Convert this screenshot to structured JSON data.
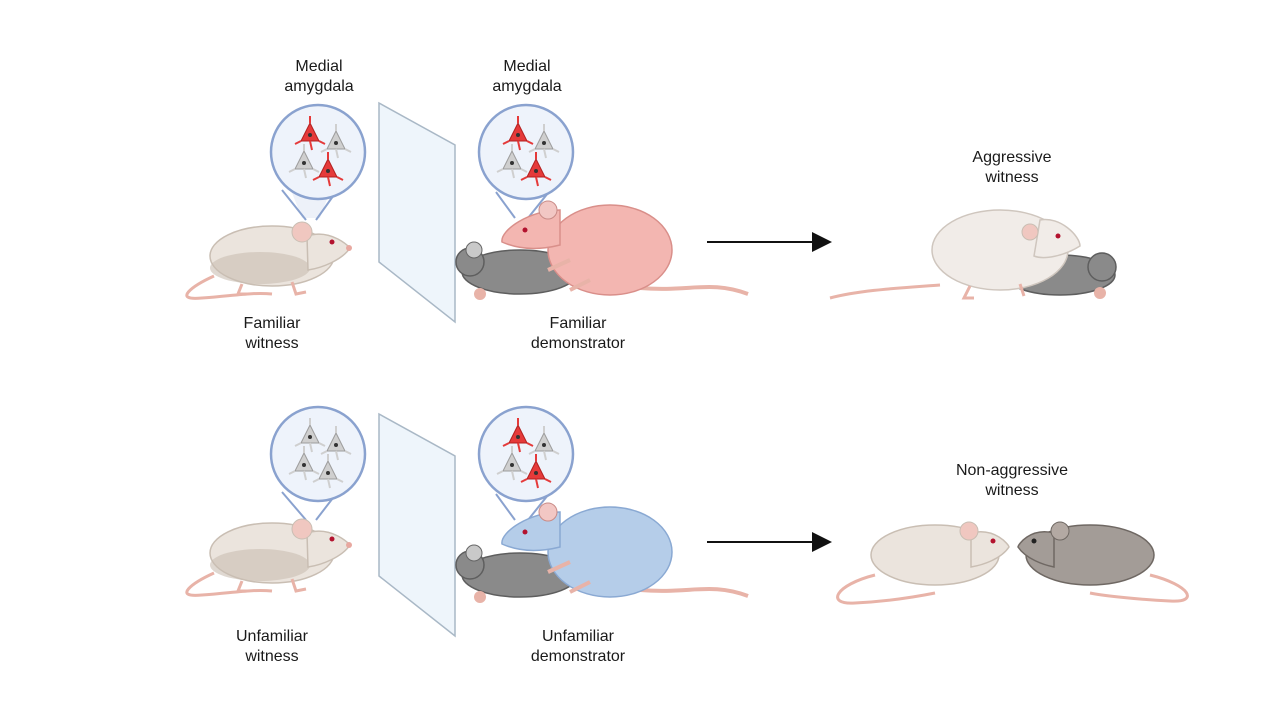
{
  "colors": {
    "witness_fur": "#ebe4dd",
    "witness_shade": "#c9beb3",
    "tail_pink": "#e8b3a8",
    "familiar_demo_fur": "#f3b6b1",
    "unfamiliar_demo_fur": "#b5cde9",
    "victim_fur": "#8a8a8a",
    "aggressive_witness_fur": "#f1ece8",
    "neuron_active": "#e53a3a",
    "neuron_inactive": "#cfcfcf",
    "circle_border": "#8aa2cf",
    "circle_fill": "#eef3fb",
    "barrier_fill": "#eef5fb",
    "barrier_border": "#a9b8c6"
  },
  "labels": {
    "medial_amygdala_1": [
      "Medial",
      "amygdala"
    ],
    "medial_amygdala_2": [
      "Medial",
      "amygdala"
    ],
    "familiar_witness": [
      "Familiar",
      "witness"
    ],
    "familiar_demonstrator": [
      "Familiar",
      "demonstrator"
    ],
    "aggressive_witness": [
      "Aggressive",
      "witness"
    ],
    "unfamiliar_witness": [
      "Unfamiliar",
      "witness"
    ],
    "unfamiliar_demonstrator": [
      "Unfamiliar",
      "demonstrator"
    ],
    "non_aggressive_witness": [
      "Non-aggressive",
      "witness"
    ]
  },
  "rows": [
    {
      "name": "familiar",
      "witness_neurons_active": [
        true,
        false,
        false,
        true
      ],
      "demonstrator_neurons_active": [
        true,
        false,
        false,
        true
      ],
      "demonstrator_fur": "familiar_demo_fur",
      "outcome": "aggressive"
    },
    {
      "name": "unfamiliar",
      "witness_neurons_active": [
        false,
        false,
        false,
        false
      ],
      "demonstrator_neurons_active": [
        true,
        false,
        false,
        true
      ],
      "demonstrator_fur": "unfamiliar_demo_fur",
      "outcome": "non-aggressive"
    }
  ]
}
